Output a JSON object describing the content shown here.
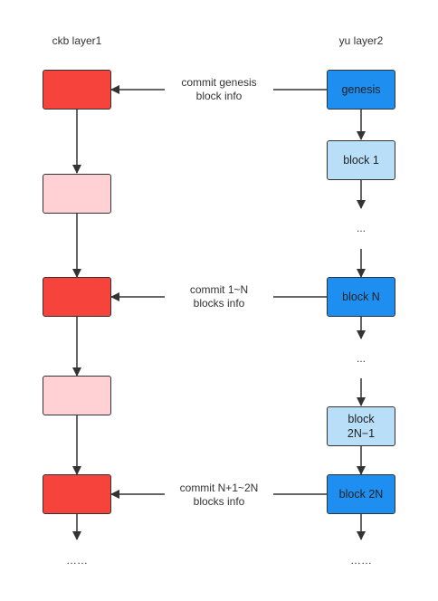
{
  "columns": {
    "left_title": "ckb layer1",
    "right_title": "yu layer2"
  },
  "right_nodes": {
    "genesis": "genesis",
    "block1": "block 1",
    "blockN": "block N",
    "block2N1": "block\n2N−1",
    "block2N": "block 2N"
  },
  "edge_labels": {
    "commit_genesis": "commit genesis\nblock info",
    "commit_1_N": "commit 1~N\nblocks info",
    "commit_N1_2N": "commit N+1~2N\nblocks info"
  },
  "ellipses": {
    "right_1": "...",
    "right_2": "...",
    "left_bottom": "……",
    "right_bottom": "……"
  },
  "colors": {
    "layer1_committed": "#f6433b",
    "layer1_pending": "#ffd1d5",
    "layer2_committed": "#1e8ff0",
    "layer2_block": "#b8def8",
    "arrow": "#333333"
  }
}
